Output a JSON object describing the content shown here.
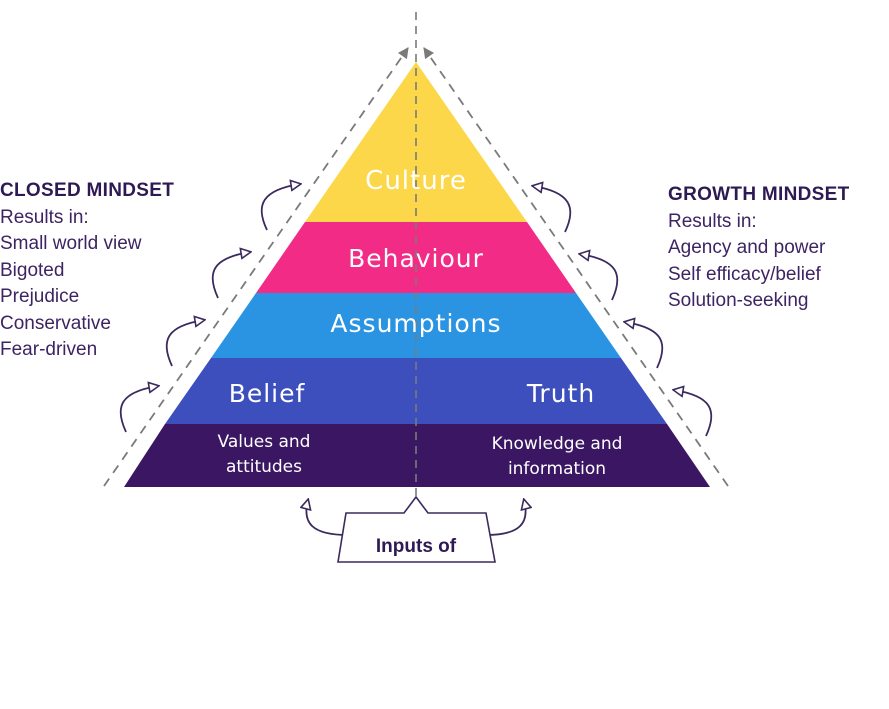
{
  "pyramid": {
    "layers": {
      "culture": {
        "label": "Culture",
        "color": "#fcd74a"
      },
      "behaviour": {
        "label": "Behaviour",
        "color": "#f22b86"
      },
      "assumptions": {
        "label": "Assumptions",
        "color": "#2a94e3"
      },
      "belief": {
        "left_label": "Belief",
        "right_label": "Truth",
        "color": "#3c4fbd"
      },
      "base": {
        "left_label_line1": "Values and",
        "left_label_line2": "attitudes",
        "right_label_line1": "Knowledge and",
        "right_label_line2": "information",
        "color": "#3b1763"
      }
    }
  },
  "inputs": {
    "label": "Inputs of"
  },
  "closed_mindset": {
    "heading": "CLOSED MINDSET",
    "intro": "Results in:",
    "items": [
      "Small world view",
      "Bigoted",
      "Prejudice",
      "Conservative",
      "Fear-driven"
    ]
  },
  "growth_mindset": {
    "heading": "GROWTH MINDSET",
    "intro": "Results in:",
    "items": [
      "Agency and power",
      "Self efficacy/belief",
      "Solution-seeking"
    ]
  },
  "colors": {
    "text_dark": "#2e1a52",
    "arrow": "#3b2a5e",
    "dashed": "#7a7a7a"
  }
}
